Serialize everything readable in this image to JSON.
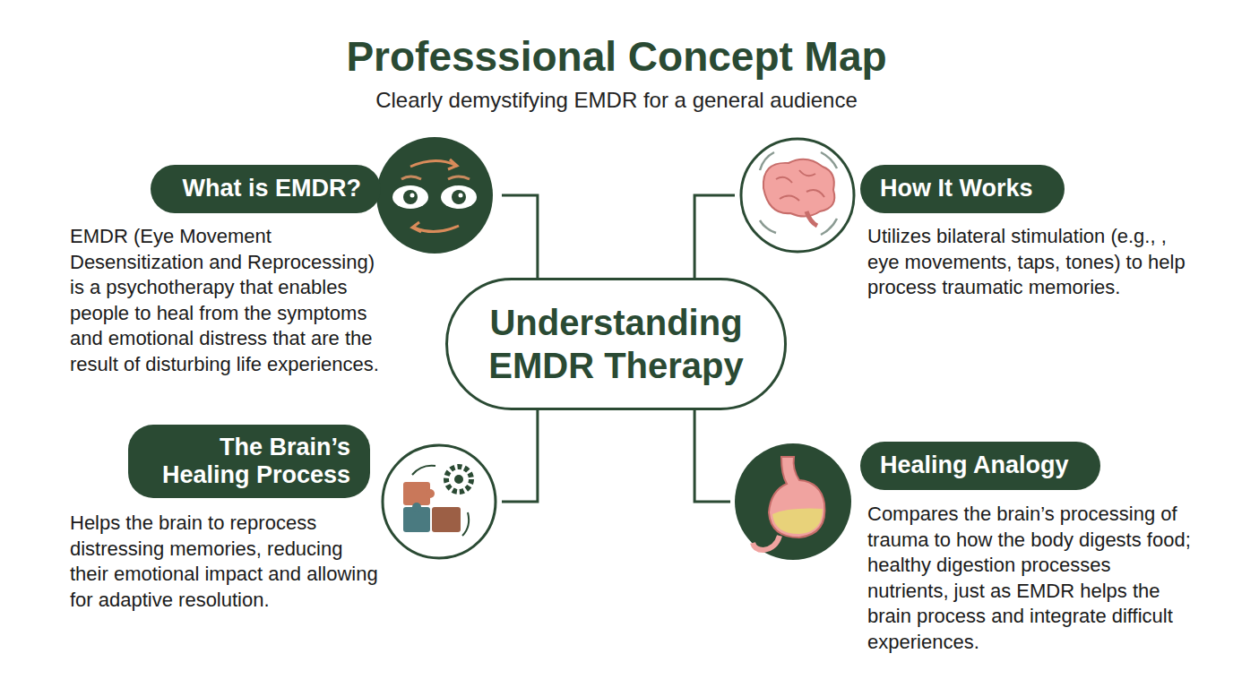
{
  "diagram": {
    "title": "Professsional Concept Map",
    "nodes": [
      {
        "text": [
          "What is EMDR?",
          "EMDR (Eye Movement Desensitization and Reprocessing) is a psychotherapy that enables people to heal from the symptoms and emotional distress that are the result of disturbing life experiences."
        ]
      },
      {
        "text": [
          "How It Works",
          "Utilizes bilateral stimulation (e.g., , eye movements, taps, tones) to help process traumatic memories."
        ]
      },
      {
        "text": [
          "Understanding EMDR Therapy"
        ]
      },
      {
        "text": [
          "The Brain’s Healing Process",
          "Helps the brain to reprocess distressing memories, reducing their emotional impact and allowing for adaptive resolution."
        ]
      },
      {
        "text": [
          "Healing Analogy",
          "Compares the brain’s processing of trauma to how the body digests food; healthy digestion processes nutrients, just as EMDR helps the brain process and integrate difficult experiences."
        ]
      }
    ],
    "edges": [
      {
        "from": 2,
        "to": 0,
        "arrow": "none"
      },
      {
        "from": 2,
        "to": 1,
        "arrow": "none"
      },
      {
        "from": 2,
        "to": 3,
        "arrow": "none"
      },
      {
        "from": 2,
        "to": 4,
        "arrow": "none"
      }
    ],
    "labels": [
      "Clearly demystifying EMDR for a general audience"
    ]
  }
}
